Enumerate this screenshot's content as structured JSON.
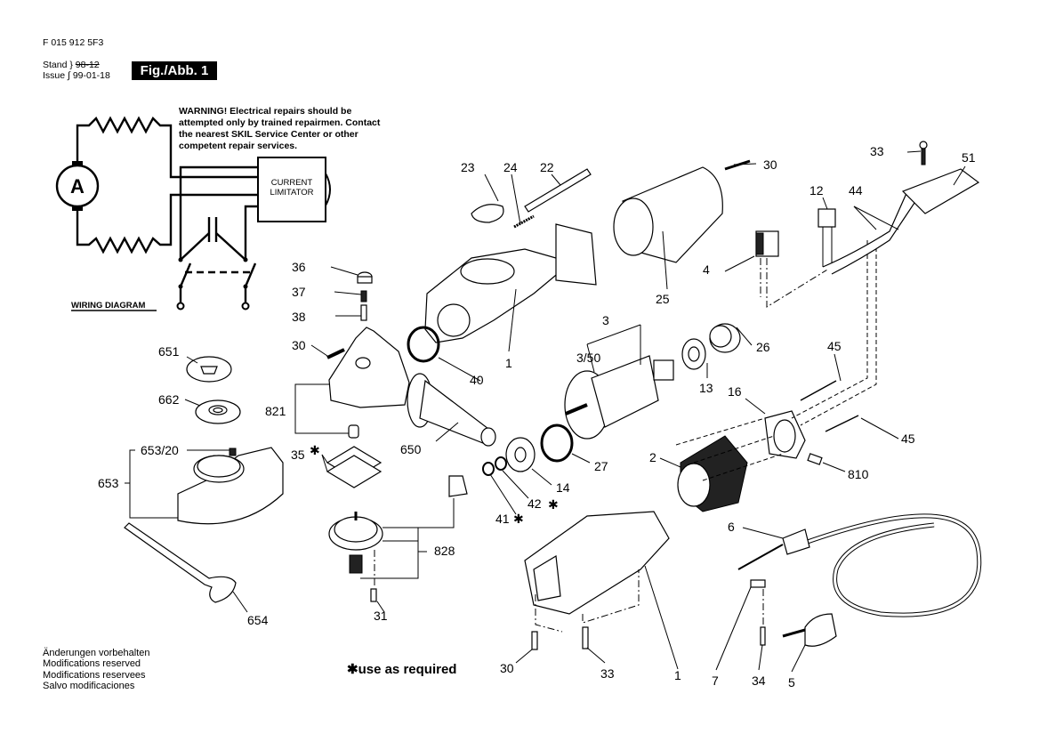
{
  "header": {
    "document_number": "F 015 912 5F3",
    "stand_label": "Stand",
    "stand_value": "98-12",
    "issue_label": "Issue",
    "issue_value": "99-01-18",
    "figure_label": "Fig./Abb. 1"
  },
  "warning_text": "WARNING! Electrical repairs should be attempted only by trained repairmen. Contact the nearest SKIL Service Center or other competent repair services.",
  "wiring_diagram": {
    "title": "WIRING DIAGRAM",
    "motor_symbol": "A",
    "limiter_line1": "CURRENT",
    "limiter_line2": "LIMITATOR"
  },
  "footer": {
    "lines": [
      "Änderungen vorbehalten",
      "Modifications reserved",
      "Modifications reservees",
      "Salvo modificaciones"
    ],
    "note": "use as required",
    "note_symbol": "✱"
  },
  "part_labels": {
    "p1a": "1",
    "p1b": "1",
    "p2": "2",
    "p3": "3",
    "p3_50": "3/50",
    "p4": "4",
    "p5": "5",
    "p6": "6",
    "p7": "7",
    "p12": "12",
    "p13": "13",
    "p14": "14",
    "p16": "16",
    "p22": "22",
    "p23": "23",
    "p24": "24",
    "p25": "25",
    "p26": "26",
    "p27": "27",
    "p30a": "30",
    "p30b": "30",
    "p30c": "30",
    "p31": "31",
    "p33a": "33",
    "p33b": "33",
    "p34": "34",
    "p35": "35",
    "p36": "36",
    "p37": "37",
    "p38": "38",
    "p40": "40",
    "p41": "41",
    "p42": "42",
    "p44": "44",
    "p45a": "45",
    "p45b": "45",
    "p51": "51",
    "p650": "650",
    "p651": "651",
    "p653": "653",
    "p653_20": "653/20",
    "p654": "654",
    "p662": "662",
    "p810": "810",
    "p821": "821",
    "p828": "828"
  },
  "asterisk": "✱"
}
